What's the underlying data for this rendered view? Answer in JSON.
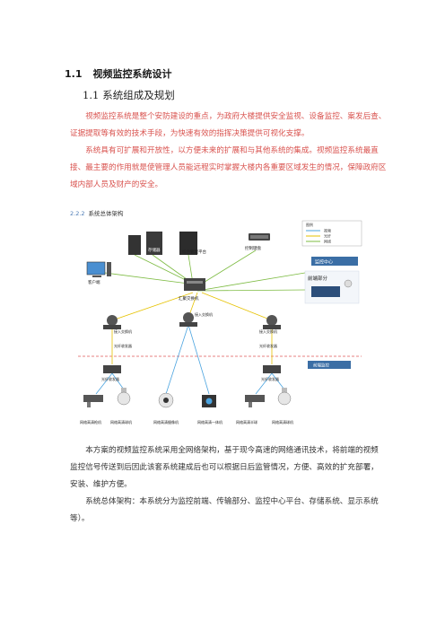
{
  "heading1": {
    "number": "1.1",
    "title": "视频监控系统设计"
  },
  "heading2": {
    "number": "1.1",
    "title": "系统组成及规划"
  },
  "para1": "视频监控系统是整个安防建设的重点，为政府大楼提供安全监视、设备监控、案发后查、证据提取等有效的技术手段，为快速有效的指挥决策提供可视化支撑。",
  "para2": "系统具有可扩展和开放性，以方便未来的扩展和与其他系统的集成。视频监控系统最直接、最主要的作用就是使管理人员能远程实时掌握大楼内各重要区域发生的情况，保障政府区域内部人员及财产的安全。",
  "figure": {
    "caption_number": "2.2.2",
    "caption_title": "系统总体架构",
    "labels": {
      "storage": "存储器",
      "platform": "综合管理平台",
      "keyboard": "控制键盘",
      "client": "客户端",
      "core_switch": "汇聚交换机",
      "monitor_center": "监控中心",
      "front_part": "前端部分",
      "access_switch_left": "接入交换机",
      "access_switch_mid": "接入交换机",
      "access_switch_right": "接入交换机",
      "transceiver_left": "光纤收发器",
      "transceiver_right": "光纤收发器",
      "front_zone": "前端监控",
      "enc_left": "光纤收发器",
      "enc_right": "光纤收发器",
      "cam1": "网络高清枪机",
      "cam2": "网络高清球机",
      "cam3": "网络高清摄像机",
      "cam4": "网络高清一体机",
      "cam5": "网络高清半球",
      "cam6": "网络高清球机"
    },
    "legend": [
      "视频",
      "光纤",
      "网线"
    ],
    "legend_title": "图例",
    "colors": {
      "video": "#4aa3df",
      "fiber": "#e6c200",
      "network": "#7dbb42",
      "center_banner": "#3b6ea5",
      "zone_line": "#e05a5a"
    }
  },
  "para3": "本方案的视频监控系统采用全网络架构，基于现今高速的网络通讯技术，将前端的视频监控信号传送到后因此该套系统建成后也可以根据日后监管情况，方便、高效的扩充部署，安装、维护方便。",
  "para4": "系统总体架构：本系统分为监控前端、传输部分、监控中心平台、存储系统、显示系统等）。"
}
